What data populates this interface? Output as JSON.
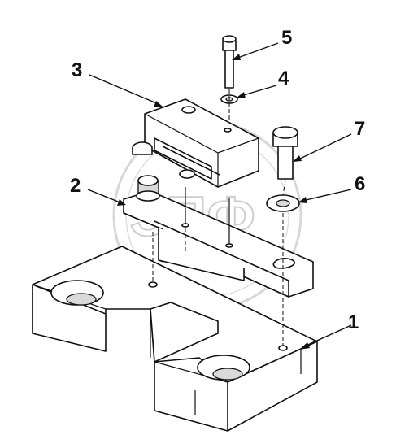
{
  "diagram": {
    "callouts": [
      {
        "id": "1",
        "label": "1"
      },
      {
        "id": "2",
        "label": "2"
      },
      {
        "id": "3",
        "label": "3"
      },
      {
        "id": "4",
        "label": "4"
      },
      {
        "id": "5",
        "label": "5"
      },
      {
        "id": "6",
        "label": "6"
      },
      {
        "id": "7",
        "label": "7"
      }
    ],
    "watermark": "ЗПФ"
  },
  "colors": {
    "line": "#111111",
    "background": "#ffffff",
    "watermark": "#bdbdbd"
  }
}
